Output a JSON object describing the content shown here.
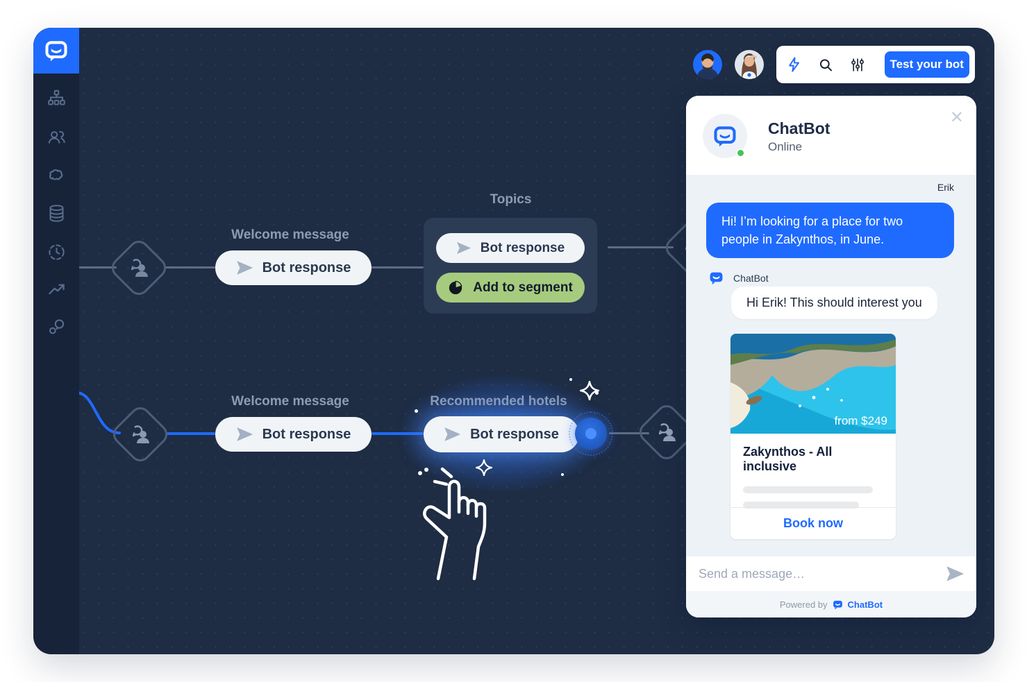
{
  "toolbar": {
    "test_button": "Test your bot",
    "icons": [
      "lightning-icon",
      "search-icon",
      "filters-icon"
    ],
    "avatars": [
      "male-user-avatar",
      "female-user-avatar"
    ]
  },
  "sidebar": {
    "logo": "chatbot-logo",
    "items": [
      {
        "icon": "flows-icon"
      },
      {
        "icon": "users-icon"
      },
      {
        "icon": "ai-brain-icon"
      },
      {
        "icon": "database-icon"
      },
      {
        "icon": "history-icon"
      },
      {
        "icon": "analytics-icon"
      },
      {
        "icon": "integrations-icon"
      }
    ]
  },
  "flow": {
    "row1": {
      "label": "Welcome message",
      "pill": "Bot response"
    },
    "topics": {
      "title": "Topics",
      "bot_pill": "Bot response",
      "segment_pill": "Add to segment"
    },
    "row2": {
      "label": "Welcome message",
      "pill": "Bot response"
    },
    "recommended": {
      "label": "Recommended hotels",
      "pill": "Bot response"
    }
  },
  "widget": {
    "title": "ChatBot",
    "status": "Online",
    "user_name": "Erik",
    "user_message": "Hi! I’m looking for a place for two people in Zakynthos, in June.",
    "bot_label": "ChatBot",
    "bot_message": "Hi Erik! This should interest you",
    "card": {
      "price": "from $249",
      "title": "Zakynthos - All inclusive",
      "cta": "Book now"
    },
    "input_placeholder": "Send a message…",
    "footer": {
      "powered_by": "Powered by",
      "brand": "ChatBot"
    }
  },
  "colors": {
    "accent_blue": "#1f6bff",
    "canvas": "#1e2c44",
    "sidebar": "#172339",
    "green_pill": "#a7cb7e",
    "online_green": "#44c553"
  }
}
